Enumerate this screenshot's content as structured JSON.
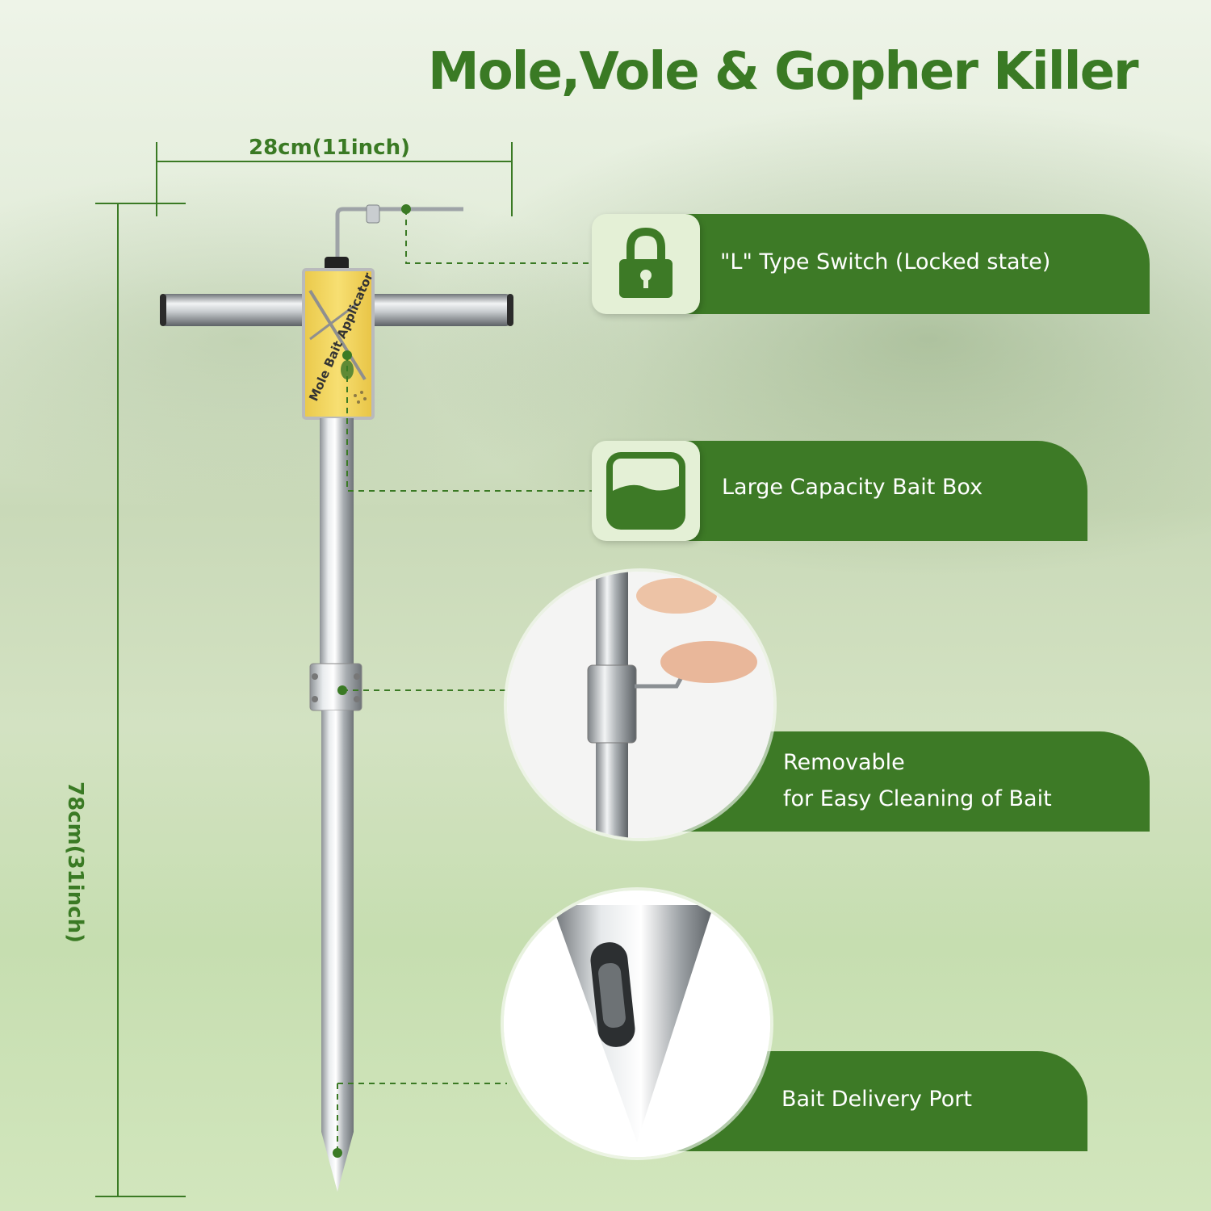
{
  "title": "Mole,Vole & Gopher Killer",
  "dimensions": {
    "width_label": "28cm(11inch)",
    "height_label": "78cm(31inch)"
  },
  "product": {
    "box_label": "Mole Bait Applicator"
  },
  "features": [
    {
      "label": "\"L\" Type Switch (Locked state)",
      "icon": "padlock-icon"
    },
    {
      "label": "Large Capacity Bait Box",
      "icon": "bait-box-icon"
    },
    {
      "label_line1": "Removable",
      "label_line2": "for Easy Cleaning of Bait",
      "image": "tube-connector-photo"
    },
    {
      "label": "Bait Delivery Port",
      "image": "spike-tip-photo"
    }
  ],
  "colors": {
    "accent": "#3d7a26",
    "title": "#3a7a24",
    "icon_bg": "#e4f0d6",
    "box_yellow": "#f3d75a"
  }
}
